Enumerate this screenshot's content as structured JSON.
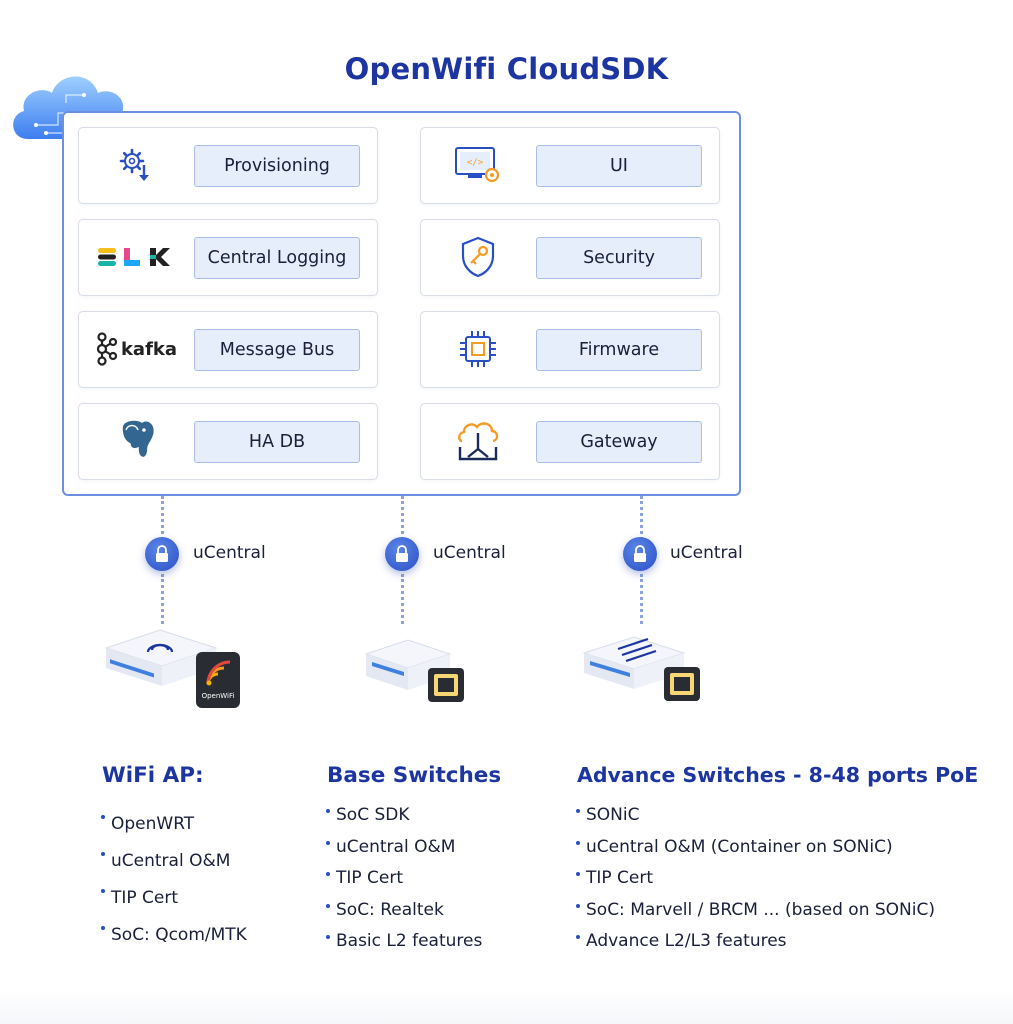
{
  "title": "OpenWifi CloudSDK",
  "cards": {
    "left": [
      {
        "label": "Provisioning",
        "icon": "gear-download-icon"
      },
      {
        "label": "Central Logging",
        "icon": "elk-logo",
        "logo_text": "ELK"
      },
      {
        "label": "Message Bus",
        "icon": "kafka-logo",
        "logo_text": "kafka"
      },
      {
        "label": "HA DB",
        "icon": "postgresql-elephant-icon"
      }
    ],
    "right": [
      {
        "label": "UI",
        "icon": "monitor-code-icon"
      },
      {
        "label": "Security",
        "icon": "shield-key-icon"
      },
      {
        "label": "Firmware",
        "icon": "chip-icon"
      },
      {
        "label": "Gateway",
        "icon": "cloud-gateway-icon"
      }
    ]
  },
  "connectors": [
    {
      "label": "uCentral"
    },
    {
      "label": "uCentral"
    },
    {
      "label": "uCentral"
    }
  ],
  "devices": {
    "wifi_badge_text": "OpenWiFi"
  },
  "columns": [
    {
      "title": "WiFi AP:",
      "items": [
        "OpenWRT",
        "uCentral O&M",
        "TIP Cert",
        "SoC: Qcom/MTK"
      ]
    },
    {
      "title": "Base Switches",
      "items": [
        "SoC SDK",
        "uCentral O&M",
        "TIP Cert",
        "SoC: Realtek",
        "Basic L2 features"
      ]
    },
    {
      "title": "Advance Switches - 8-48 ports PoE",
      "items": [
        "SONiC",
        "uCentral O&M (Container on SONiC)",
        "TIP Cert",
        "SoC: Marvell / BRCM ... (based on SONiC)",
        "Advance L2/L3 features"
      ]
    }
  ],
  "colors": {
    "brand_blue": "#1d35a0",
    "frame_border": "#6d8fe0",
    "label_fill": "#e6eefb",
    "accent_orange": "#f59a23"
  }
}
